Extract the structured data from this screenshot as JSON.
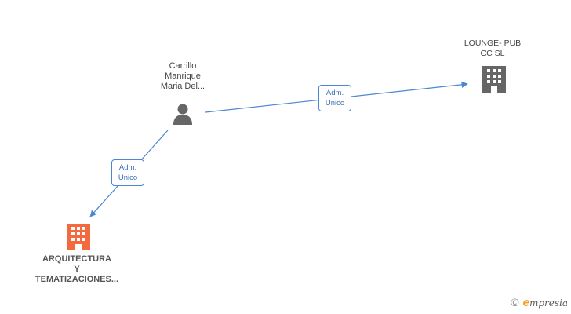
{
  "diagram": {
    "nodes": [
      {
        "id": "person",
        "kind": "person",
        "label_lines": [
          "Carrillo",
          "Manrique",
          "Maria Del..."
        ]
      },
      {
        "id": "lounge",
        "kind": "company",
        "label_lines": [
          "LOUNGE- PUB",
          "CC SL"
        ]
      },
      {
        "id": "arquitectura",
        "kind": "company",
        "label_lines": [
          "ARQUITECTURA",
          "Y",
          "TEMATIZACIONES..."
        ]
      }
    ],
    "edges": [
      {
        "from": "person",
        "to": "lounge",
        "label_lines": [
          "Adm.",
          "Unico"
        ]
      },
      {
        "from": "person",
        "to": "arquitectura",
        "label_lines": [
          "Adm.",
          "Unico"
        ]
      }
    ]
  },
  "colors": {
    "edge": "#4a86d4",
    "person_icon": "#666666",
    "company_icon": "#666666",
    "company_icon_highlight": "#f26a3d"
  },
  "icons": {
    "person": "person-icon",
    "company": "building-icon"
  },
  "footer": {
    "copyright_symbol": "©",
    "brand_first_letter": "e",
    "brand_rest": "mpresia"
  }
}
